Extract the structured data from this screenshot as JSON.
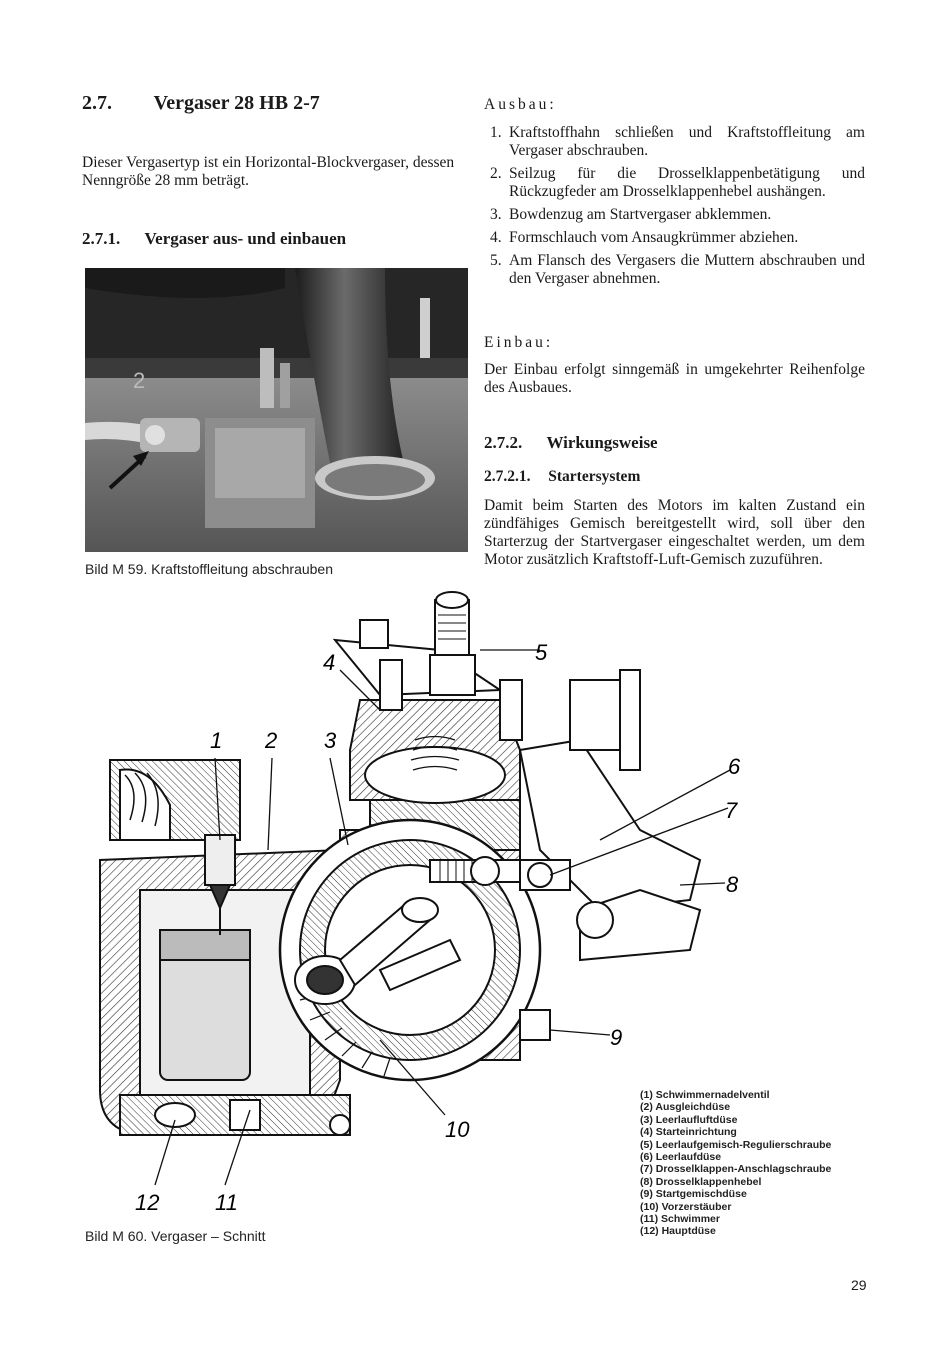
{
  "left": {
    "section_number": "2.7.",
    "section_title": "Vergaser 28 HB 2-7",
    "intro": "Dieser Vergasertyp ist ein Horizontal-Blockvergaser, dessen Nenngröße 28 mm beträgt.",
    "subsection_number": "2.7.1.",
    "subsection_title": "Vergaser aus- und einbauen",
    "photo_label": "2",
    "photo_caption": "Bild M 59. Kraftstoffleitung abschrauben"
  },
  "right": {
    "ausbau_heading": "Ausbau:",
    "ausbau_steps": [
      {
        "num": "1.",
        "text": "Kraftstoffhahn schließen und Kraftstoffleitung am Vergaser abschrauben."
      },
      {
        "num": "2.",
        "text": "Seilzug für die Drosselklappenbetätigung und Rückzugfeder am Drosselklappenhebel aushängen."
      },
      {
        "num": "3.",
        "text": "Bowdenzug am Startvergaser abklemmen."
      },
      {
        "num": "4.",
        "text": "Formschlauch vom Ansaugkrümmer abziehen."
      },
      {
        "num": "5.",
        "text": "Am Flansch des Vergasers die Muttern abschrauben und den Vergaser abnehmen."
      }
    ],
    "einbau_heading": "Einbau:",
    "einbau_text": "Der Einbau erfolgt sinngemäß in umgekehrter Reihenfolge des Ausbaues.",
    "sub2_number": "2.7.2.",
    "sub2_title": "Wirkungsweise",
    "sub3_number": "2.7.2.1.",
    "sub3_title": "Startersystem",
    "starter_text": "Damit beim Starten des Motors im kalten Zustand ein zündfähiges Gemisch bereitgestellt wird, soll über den Starterzug der Startvergaser eingeschaltet werden, um dem Motor zusätzlich Kraftstoff-Luft-Gemisch zuzuführen."
  },
  "figure": {
    "callouts": [
      "1",
      "2",
      "3",
      "4",
      "5",
      "6",
      "7",
      "8",
      "9",
      "10",
      "11",
      "12"
    ],
    "caption": "Bild M 60. Vergaser – Schnitt",
    "legend": [
      "(1) Schwimmernadelventil",
      "(2) Ausgleichdüse",
      "(3) Leerlaufluftdüse",
      "(4) Starteinrichtung",
      "(5) Leerlaufgemisch-Regulierschraube",
      "(6) Leerlaufdüse",
      "(7) Drosselklappen-Anschlagschraube",
      "(8) Drosselklappenhebel",
      "(9) Startgemischdüse",
      "(10) Vorzerstäuber",
      "(11) Schwimmer",
      "(12) Hauptdüse"
    ]
  },
  "page_number": "29"
}
